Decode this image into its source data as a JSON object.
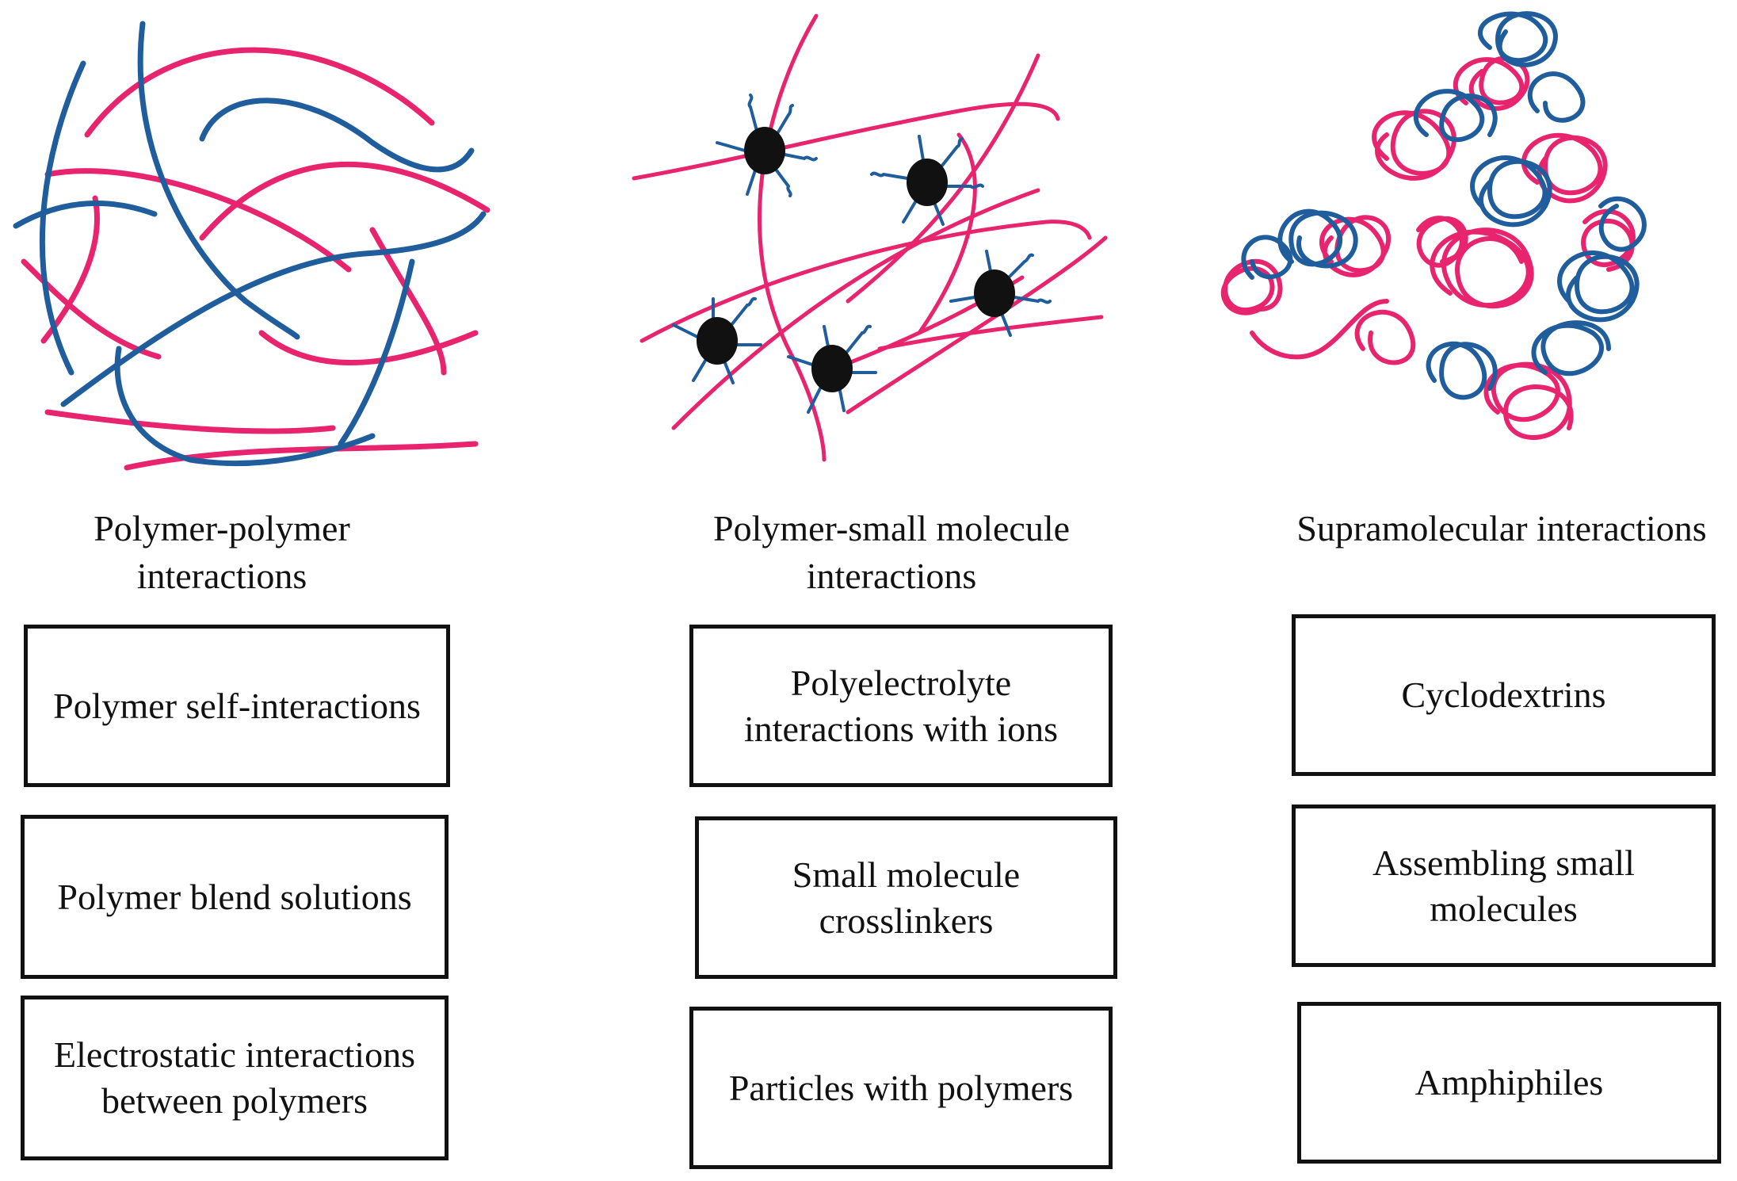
{
  "colors": {
    "pink": "#e8246e",
    "blue": "#1f5d9c",
    "particle": "#111111",
    "border": "#111111"
  },
  "columns": [
    {
      "caption": [
        "Polymer-polymer",
        "interactions"
      ],
      "illustration": "polymer-polymer-network",
      "boxes": [
        [
          "Polymer self-interactions"
        ],
        [
          "Polymer blend solutions"
        ],
        [
          "Electrostatic interactions",
          "between polymers"
        ]
      ]
    },
    {
      "caption": [
        "Polymer-small molecule",
        "interactions"
      ],
      "illustration": "polymer-particle-network",
      "boxes": [
        [
          "Polyelectrolyte",
          "interactions with ions"
        ],
        [
          "Small molecule",
          "crosslinkers"
        ],
        [
          "Particles with polymers"
        ]
      ]
    },
    {
      "caption": [
        "Supramolecular interactions"
      ],
      "illustration": "supramolecular-coil-assembly",
      "boxes": [
        [
          "Cyclodextrins"
        ],
        [
          "Assembling small",
          "molecules"
        ],
        [
          "Amphiphiles"
        ]
      ]
    }
  ]
}
